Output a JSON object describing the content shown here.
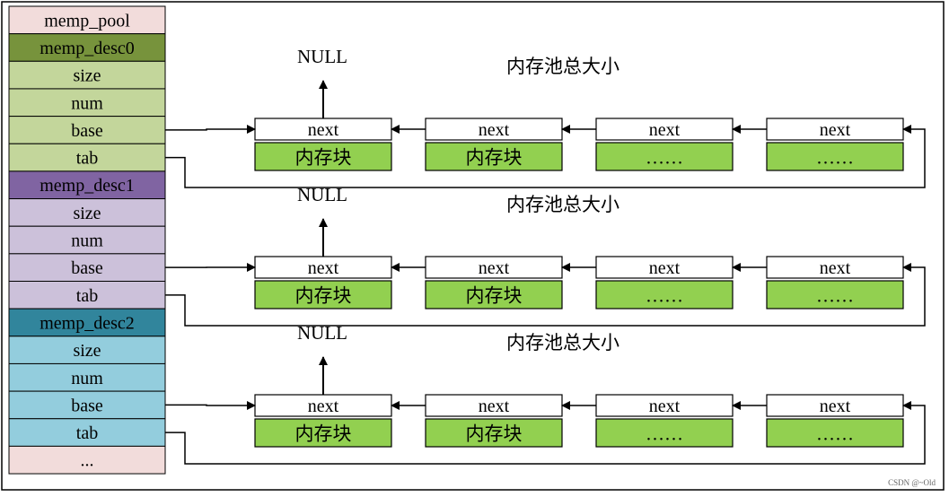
{
  "left_column": {
    "header": {
      "label": "memp_pool",
      "color": "#f2dcdb"
    },
    "descriptors": [
      {
        "name": "memp_desc0",
        "header_color": "#77933c",
        "field_color": "#c3d69b",
        "fields": [
          "size",
          "num",
          "base",
          "tab"
        ]
      },
      {
        "name": "memp_desc1",
        "header_color": "#8064a2",
        "field_color": "#ccc1da",
        "fields": [
          "size",
          "num",
          "base",
          "tab"
        ]
      },
      {
        "name": "memp_desc2",
        "header_color": "#31859c",
        "field_color": "#93cddd",
        "fields": [
          "size",
          "num",
          "base",
          "tab"
        ]
      }
    ],
    "footer": {
      "label": "...",
      "color": "#f2dcdb"
    }
  },
  "pools": [
    {
      "title": "内存池总大小",
      "null_label": "NULL",
      "blocks": [
        {
          "next": "next",
          "body": "内存块"
        },
        {
          "next": "next",
          "body": "内存块"
        },
        {
          "next": "next",
          "body": "……"
        },
        {
          "next": "next",
          "body": "……"
        }
      ]
    },
    {
      "title": "内存池总大小",
      "null_label": "NULL",
      "blocks": [
        {
          "next": "next",
          "body": "内存块"
        },
        {
          "next": "next",
          "body": "内存块"
        },
        {
          "next": "next",
          "body": "……"
        },
        {
          "next": "next",
          "body": "……"
        }
      ]
    },
    {
      "title": "内存池总大小",
      "null_label": "NULL",
      "blocks": [
        {
          "next": "next",
          "body": "内存块"
        },
        {
          "next": "next",
          "body": "内存块"
        },
        {
          "next": "next",
          "body": "……"
        },
        {
          "next": "next",
          "body": "……"
        }
      ]
    }
  ],
  "colors": {
    "block_body": "#92d050",
    "next_box": "#ffffff",
    "stroke": "#000000"
  },
  "watermark": "CSDN @~Old"
}
